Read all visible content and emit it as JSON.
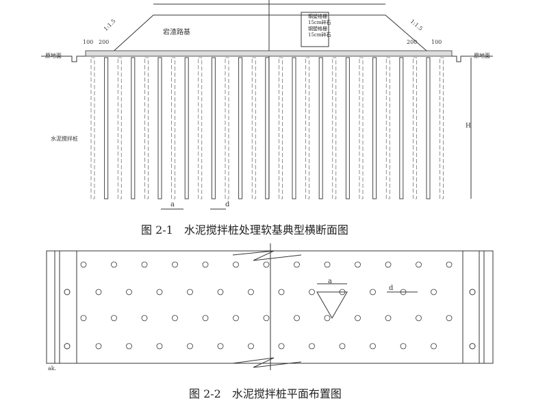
{
  "figure1": {
    "caption": "图 2-1　水泥搅拌桩处理软基典型横断面图",
    "embankment_label": "宕渣路基",
    "layers": [
      "钢塑格栅",
      "15cm碎石",
      "钢塑格栅",
      "15cm碎石"
    ],
    "slope_left": "1:1.5",
    "slope_right": "1:1.5",
    "dim_left_1": "100",
    "dim_left_2": "200",
    "dim_right_1": "200",
    "dim_right_2": "100",
    "ground_left": "原地面",
    "ground_right": "原地面",
    "pile_label": "水泥搅拌桩",
    "height_label": "H",
    "spacing_label": "a",
    "diameter_label": "d"
  },
  "figure2": {
    "caption": "图 2-2　水泥搅拌桩平面布置图",
    "spacing_label": "a",
    "diameter_label": "d",
    "corner_note": "ak."
  }
}
